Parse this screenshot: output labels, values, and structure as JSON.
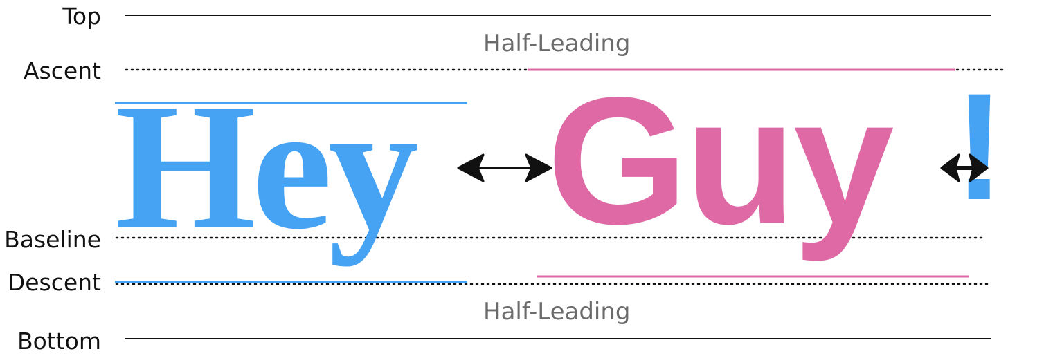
{
  "labels": {
    "top": "Top",
    "ascent": "Ascent",
    "baseline": "Baseline",
    "descent": "Descent",
    "bottom": "Bottom",
    "half_leading_top": "Half-Leading",
    "half_leading_bottom": "Half-Leading"
  },
  "words": {
    "first": "Hey",
    "second": "Guy",
    "exclamation": "!"
  },
  "colors": {
    "serif_word": "#46a3f4",
    "sans_word": "#de69a4",
    "exclamation": "#46a3f4",
    "line": "#111111",
    "muted_text": "#6b6b6b"
  }
}
